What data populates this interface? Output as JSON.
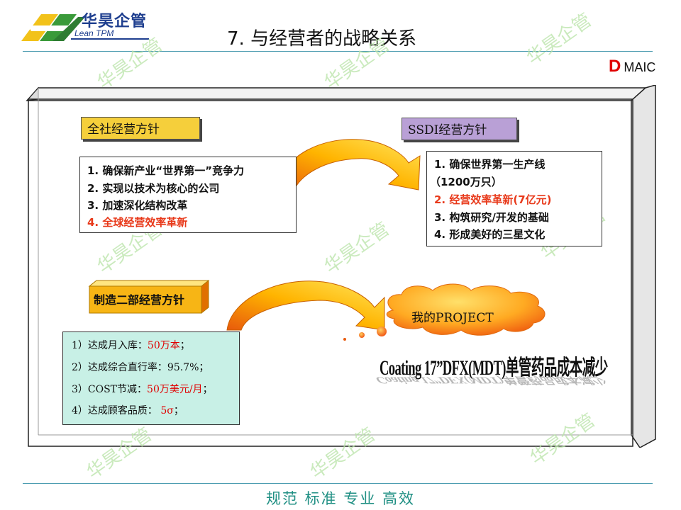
{
  "header": {
    "logo_text_cn": "华昊企管",
    "logo_text_en": "Lean TPM",
    "title": "7. 与经营者的战略关系",
    "phase_highlight": "D",
    "phase_rest": "MAIC"
  },
  "watermark": "华昊企管",
  "corporate": {
    "label": "全社经营方针",
    "items": [
      "1. 确保新产业“世界第一”竞争力",
      "2. 实现以技术为核心的公司",
      "3. 加速深化结构改革",
      "4. 全球经营效率革新"
    ]
  },
  "ssdi": {
    "label": "SSDI经营方针",
    "items": [
      "1. 确保世界第一生产线",
      "（1200万只）",
      "2. 经营效率革新(7亿元)",
      "3. 构筑研究/开发的基础",
      "4. 形成美好的三星文化"
    ]
  },
  "manufacturing": {
    "label": "制造二部经营方针",
    "items": [
      {
        "prefix": "1）达成月入库：",
        "value": "50万本",
        "suffix": "；"
      },
      {
        "prefix": "2）达成综合直行率：95.7%",
        "value": "",
        "suffix": "；"
      },
      {
        "prefix": "3）COST节减：",
        "value": "50万美元/月",
        "suffix": "；"
      },
      {
        "prefix": "4）达成顾客品质： ",
        "value": "5σ",
        "suffix": "；"
      }
    ]
  },
  "project": {
    "bubble_text": "我的PROJECT",
    "title": "Coating 17”DFX(MDT)单管药品成本减少"
  },
  "footer": "规范 标准 专业 高效",
  "colors": {
    "accent_red": "#e8391a",
    "label_yellow": "#f5cf3b",
    "label_purple": "#b9a0d6",
    "mfg_box": "#c8f0e6",
    "footer_teal": "#1f8f83",
    "watermark_green": "#b9e4a8"
  }
}
